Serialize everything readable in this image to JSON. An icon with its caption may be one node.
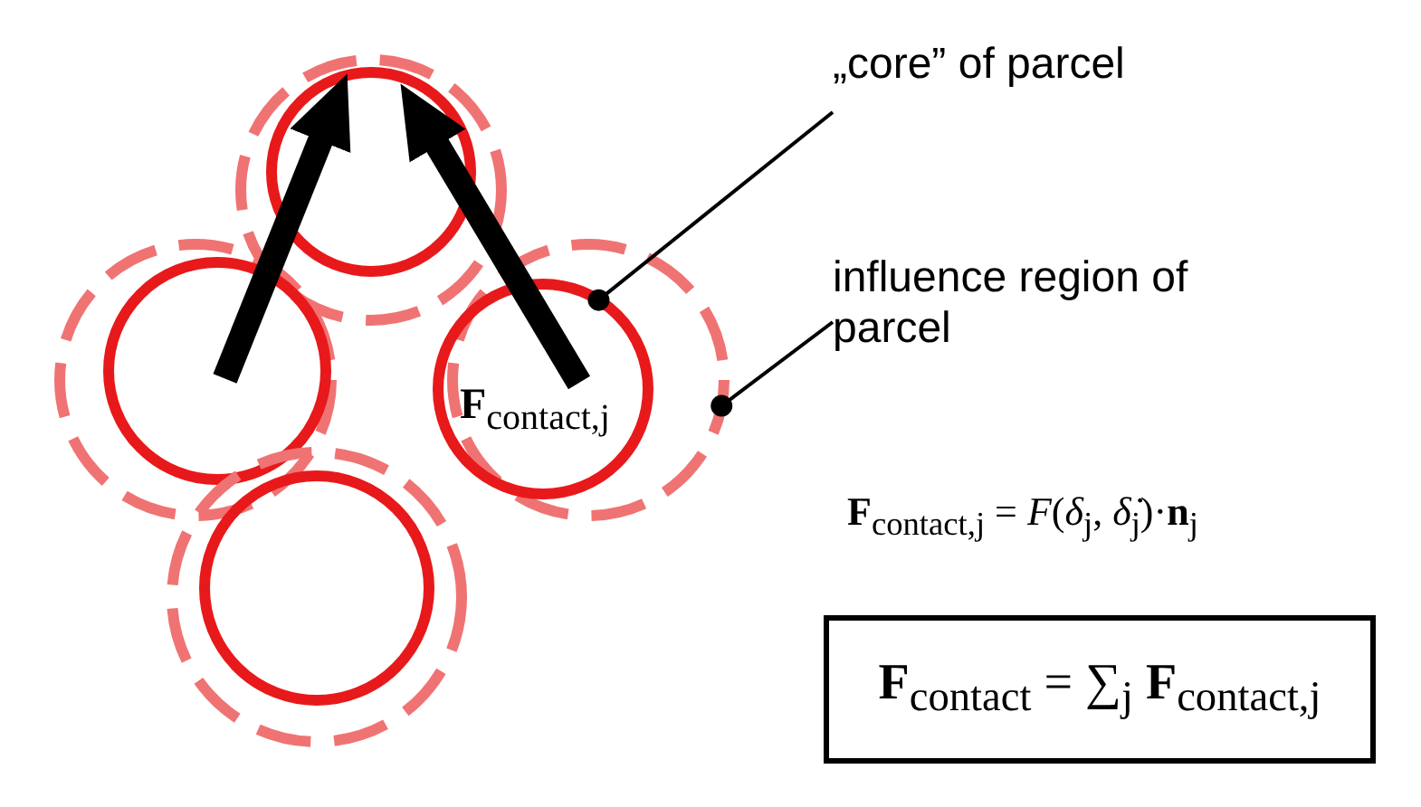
{
  "diagram": {
    "nodes": [
      {
        "text": [
          "„core” of parcel"
        ]
      },
      {
        "text": [
          "influence region of parcel"
        ]
      },
      {
        "text": [],
        "shape": "circle"
      },
      {
        "text": [],
        "shape": "circle",
        "in": 2
      },
      {
        "text": [],
        "shape": "circle"
      },
      {
        "text": [],
        "shape": "circle",
        "in": 4
      },
      {
        "text": [],
        "shape": "circle"
      },
      {
        "text": [
          "**F**$_{contact,j}$"
        ],
        "in": 6
      },
      {
        "text": [],
        "shape": "circle"
      },
      {
        "text": [],
        "shape": "circle",
        "in": 8
      },
      {
        "text": [
          "**F**$_{contact}$ = ∑$_{j}$ **F**$_{contact,j}$"
        ]
      }
    ],
    "edges": [
      {
        "from": 5,
        "to": 3,
        "arrow": "to",
        "style": "thick"
      },
      {
        "from": 7,
        "to": 3,
        "arrow": "to",
        "style": "thick"
      },
      {
        "from": 0,
        "to": 7,
        "arrow": "other"
      },
      {
        "from": 1,
        "to": 6,
        "arrow": "other"
      }
    ],
    "labels": [
      "**F**$_{contact,j}$ = *F*(*δ*$_{j}$, *δ̇*$_{j}$)·**n**$_{j}$"
    ]
  }
}
